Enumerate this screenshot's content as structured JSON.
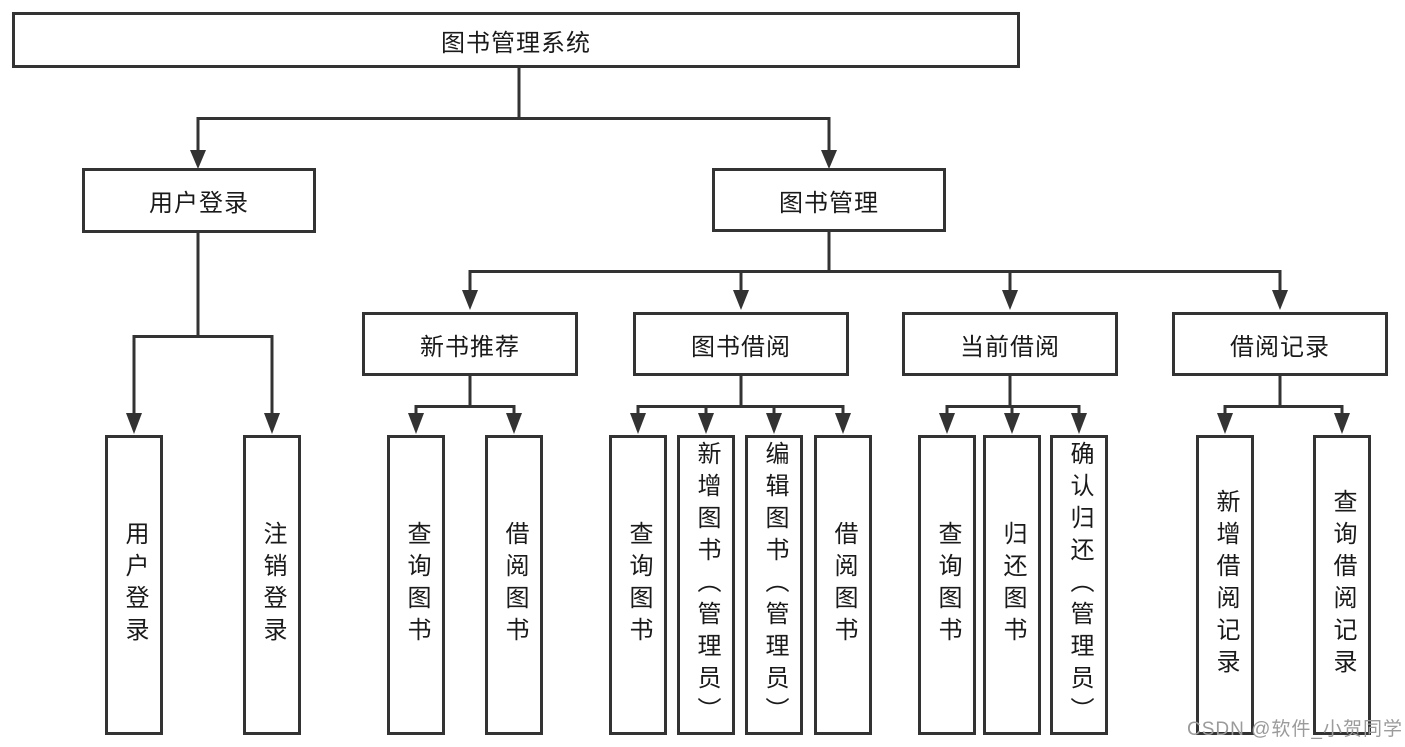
{
  "colors": {
    "line": "#333333",
    "box_border": "#333333",
    "box_fill": "#ffffff",
    "text": "#1a1a1a",
    "background": "#ffffff",
    "watermark": "#9b9b9b"
  },
  "tree": {
    "root": {
      "id": "library-management-system",
      "label": "图书管理系统"
    },
    "level2": [
      {
        "id": "user-login",
        "label": "用户登录",
        "parent": "library-management-system"
      },
      {
        "id": "book-management",
        "label": "图书管理",
        "parent": "library-management-system"
      }
    ],
    "level3": [
      {
        "id": "new-book-recommendation",
        "label": "新书推荐",
        "parent": "book-management"
      },
      {
        "id": "book-borrowing",
        "label": "图书借阅",
        "parent": "book-management"
      },
      {
        "id": "current-borrowing",
        "label": "当前借阅",
        "parent": "book-management"
      },
      {
        "id": "borrowing-records",
        "label": "借阅记录",
        "parent": "book-management"
      }
    ],
    "leaves": [
      {
        "id": "leaf-user-login",
        "label": "用户登录",
        "parent": "user-login"
      },
      {
        "id": "leaf-logout",
        "label": "注销登录",
        "parent": "user-login"
      },
      {
        "id": "leaf-query-books-newbook",
        "label": "查询图书",
        "parent": "new-book-recommendation"
      },
      {
        "id": "leaf-borrow-books-newbook",
        "label": "借阅图书",
        "parent": "new-book-recommendation"
      },
      {
        "id": "leaf-query-books-borrowing",
        "label": "查询图书",
        "parent": "book-borrowing"
      },
      {
        "id": "leaf-add-books-admin",
        "label": "新增图书（管理员）",
        "parent": "book-borrowing"
      },
      {
        "id": "leaf-edit-books-admin",
        "label": "编辑图书（管理员）",
        "parent": "book-borrowing"
      },
      {
        "id": "leaf-borrow-books-borrowing",
        "label": "借阅图书",
        "parent": "book-borrowing"
      },
      {
        "id": "leaf-query-books-current",
        "label": "查询图书",
        "parent": "current-borrowing"
      },
      {
        "id": "leaf-return-books",
        "label": "归还图书",
        "parent": "current-borrowing"
      },
      {
        "id": "leaf-confirm-return-admin",
        "label": "确认归还（管理员）",
        "parent": "current-borrowing"
      },
      {
        "id": "leaf-add-borrow-record",
        "label": "新增借阅记录",
        "parent": "borrowing-records"
      },
      {
        "id": "leaf-query-borrow-record",
        "label": "查询借阅记录",
        "parent": "borrowing-records"
      }
    ]
  },
  "watermark": {
    "text": "CSDN @软件_小贺同学"
  }
}
